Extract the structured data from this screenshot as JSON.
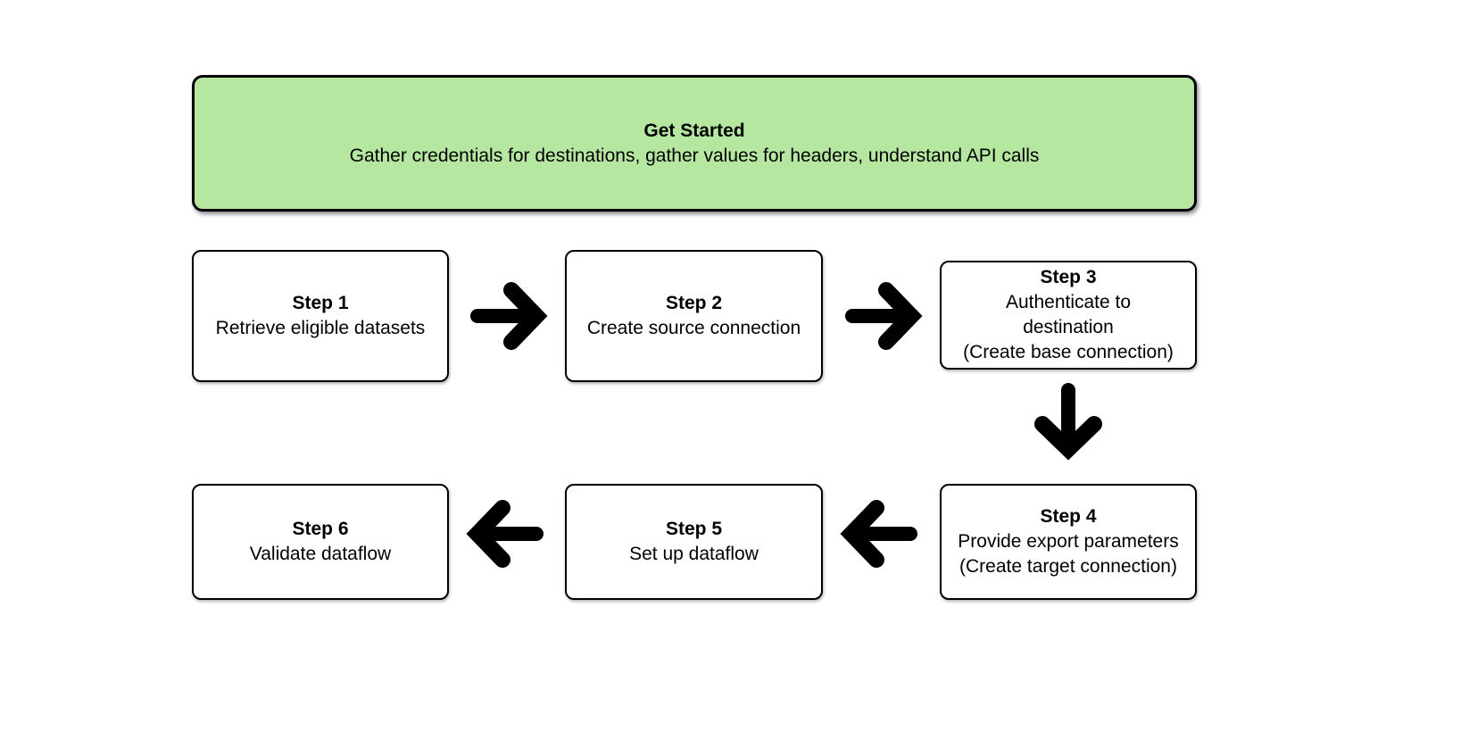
{
  "intro": {
    "title": "Get Started",
    "subtitle": "Gather credentials for destinations, gather values for headers, understand API calls",
    "fill": "#b5e7a1"
  },
  "steps": [
    {
      "title": "Step 1",
      "body": "Retrieve eligible datasets"
    },
    {
      "title": "Step 2",
      "body": "Create source connection"
    },
    {
      "title": "Step 3",
      "body": "Authenticate to\ndestination\n(Create base connection)"
    },
    {
      "title": "Step 4",
      "body": "Provide export parameters\n(Create target connection)"
    },
    {
      "title": "Step 5",
      "body": "Set up dataflow"
    },
    {
      "title": "Step 6",
      "body": "Validate dataflow"
    }
  ],
  "arrows": [
    {
      "name": "arrow-step1-to-step2",
      "direction": "right"
    },
    {
      "name": "arrow-step2-to-step3",
      "direction": "right"
    },
    {
      "name": "arrow-step3-to-step4",
      "direction": "down"
    },
    {
      "name": "arrow-step4-to-step5",
      "direction": "left"
    },
    {
      "name": "arrow-step5-to-step6",
      "direction": "left"
    }
  ],
  "colors": {
    "background": "#ffffff",
    "ink": "#000000",
    "intro_fill": "#b5e7a1"
  }
}
